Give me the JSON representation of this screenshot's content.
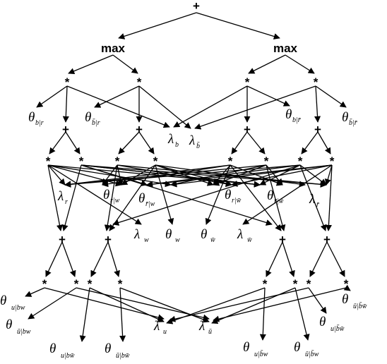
{
  "diagram": {
    "root": "+",
    "max_nodes": [
      "max",
      "max"
    ],
    "plus_symbol": "+",
    "times_symbol": "*",
    "top_params": [
      {
        "sym": "θ",
        "sub": "b|r"
      },
      {
        "sym": "θ",
        "sub": "b̄|r"
      },
      {
        "sym": "θ",
        "sub": "b|r̄"
      },
      {
        "sym": "θ",
        "sub": "b̄|r̄"
      }
    ],
    "b_indicators": [
      {
        "sym": "λ",
        "sub": "b"
      },
      {
        "sym": "λ",
        "sub": "b̄"
      }
    ],
    "r_indicators": [
      {
        "sym": "λ",
        "sub": "r"
      },
      {
        "sym": "λ",
        "sub": "r̄"
      }
    ],
    "middle_params": [
      {
        "sym": "θ",
        "sub": "r|w"
      },
      {
        "sym": "θ",
        "sub": "r̄|w"
      },
      {
        "sym": "θ",
        "sub": "r|w̄"
      },
      {
        "sym": "θ",
        "sub": "r̄|w̄"
      }
    ],
    "w_row": [
      {
        "sym": "λ",
        "sub": "w"
      },
      {
        "sym": "θ",
        "sub": "w"
      },
      {
        "sym": "θ",
        "sub": "w̄"
      },
      {
        "sym": "λ",
        "sub": "w̄"
      }
    ],
    "u_indicators": [
      {
        "sym": "λ",
        "sub": "u"
      },
      {
        "sym": "λ",
        "sub": "ū"
      }
    ],
    "bottom_params": [
      {
        "sym": "θ",
        "sub": "u|bw"
      },
      {
        "sym": "θ",
        "sub": "ū|bw"
      },
      {
        "sym": "θ",
        "sub": "u|bw̄"
      },
      {
        "sym": "θ",
        "sub": "ū|bw̄"
      },
      {
        "sym": "θ",
        "sub": "u|b̄w"
      },
      {
        "sym": "θ",
        "sub": "ū|b̄w"
      },
      {
        "sym": "θ",
        "sub": "u|b̄w̄"
      },
      {
        "sym": "θ",
        "sub": "ū|b̄w̄"
      }
    ]
  }
}
